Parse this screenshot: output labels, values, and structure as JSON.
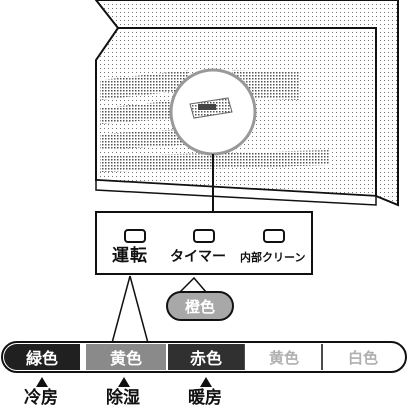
{
  "panel": {
    "lamps": [
      {
        "label": "運転"
      },
      {
        "label": "タイマー"
      },
      {
        "label": "内部クリーン"
      }
    ],
    "status_label": "橙色"
  },
  "color_bar": {
    "items": [
      {
        "label": "緑色",
        "fill": "#202020",
        "text_color": "#ffffff"
      },
      {
        "label": "黄色",
        "fill": "#8a8a8a",
        "text_color": "#ffffff"
      },
      {
        "label": "赤色",
        "fill": "#303030",
        "text_color": "#ffffff"
      },
      {
        "label": "黄色",
        "fill": "#ffffff",
        "text_color": "#b0b0b0"
      },
      {
        "label": "白色",
        "fill": "#ffffff",
        "text_color": "#b0b0b0"
      }
    ]
  },
  "modes": [
    {
      "label": "冷房"
    },
    {
      "label": "除湿"
    },
    {
      "label": "暖房"
    }
  ],
  "colors": {
    "line": "#111111",
    "shade": "#9a9a9a"
  }
}
